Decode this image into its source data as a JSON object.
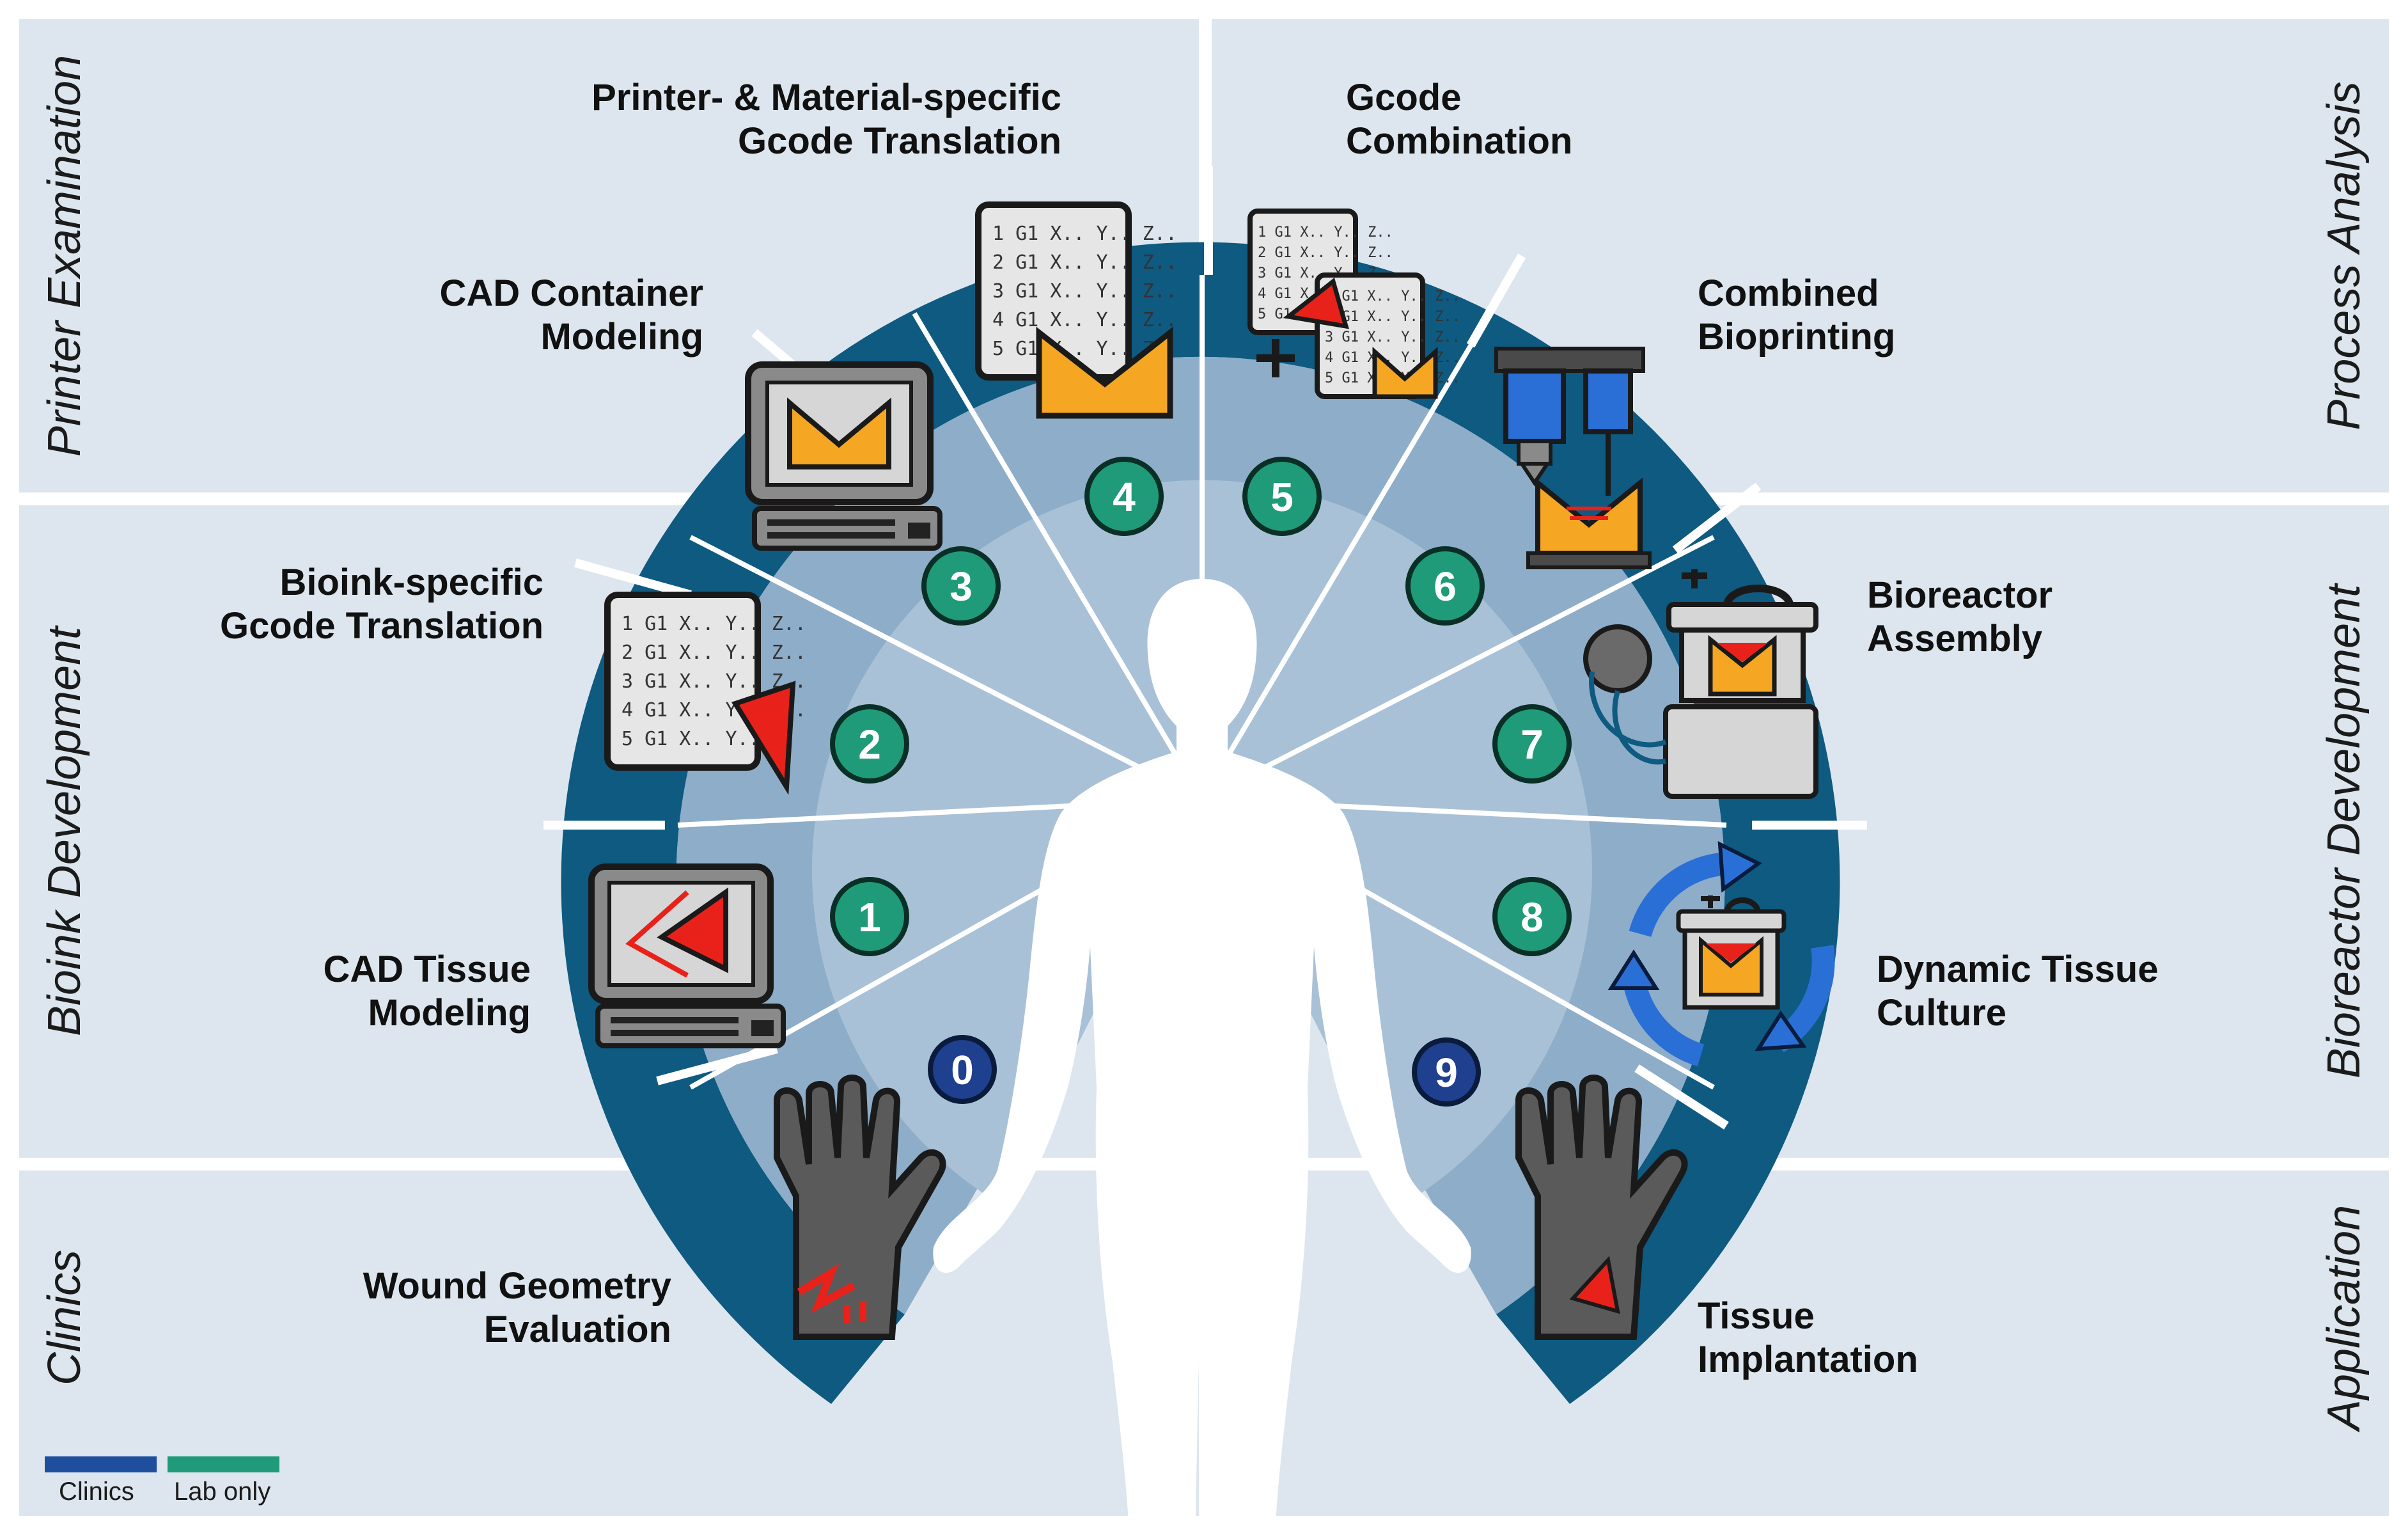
{
  "regions": {
    "printer_examination": "Printer Examination",
    "process_analysis": "Process Analysis",
    "bioink_development": "Bioink Development",
    "bioreactor_development": "Bioreactor Development",
    "clinics": "Clinics",
    "application": "Application"
  },
  "steps": [
    {
      "number": "0",
      "line1": "Wound Geometry",
      "line2": "Evaluation",
      "category": "Clinics"
    },
    {
      "number": "1",
      "line1": "CAD Tissue",
      "line2": "Modeling",
      "category": "Lab only"
    },
    {
      "number": "2",
      "line1": "Bioink-specific",
      "line2": "Gcode Translation",
      "category": "Lab only"
    },
    {
      "number": "3",
      "line1": "CAD Container",
      "line2": "Modeling",
      "category": "Lab only"
    },
    {
      "number": "4",
      "line1": "Printer- & Material-specific",
      "line2": "Gcode Translation",
      "category": "Lab only"
    },
    {
      "number": "5",
      "line1": "Gcode",
      "line2": "Combination",
      "category": "Lab only"
    },
    {
      "number": "6",
      "line1": "Combined",
      "line2": "Bioprinting",
      "category": "Lab only"
    },
    {
      "number": "7",
      "line1": "Bioreactor",
      "line2": "Assembly",
      "category": "Lab only"
    },
    {
      "number": "8",
      "line1": "Dynamic Tissue",
      "line2": "Culture",
      "category": "Lab only"
    },
    {
      "number": "9",
      "line1": "Tissue",
      "line2": "Implantation",
      "category": "Clinics"
    }
  ],
  "gcode_lines": [
    "1 G1 X.. Y.. Z..",
    "2 G1 X.. Y.. Z..",
    "3 G1 X.. Y.. Z..",
    "4 G1 X.. Y.. Z..",
    "5 G1 X.. Y.. Z.."
  ],
  "gcode_lines_short": [
    "1 G1 X.. Y.. Z..",
    "2 G1 X.. Y.. Z..",
    "3 G1 X.. Y.. Z..",
    "4 G1 X.. Y..",
    "5 G1 X.. Y.."
  ],
  "legend": {
    "clinics": {
      "label": "Clinics",
      "color": "#1f4e9c"
    },
    "lab_only": {
      "label": "Lab only",
      "color": "#1f9b7a"
    }
  },
  "colors": {
    "band_bg": "#dde6ee",
    "ring": "#0e5a80",
    "wedge": "#8eadc8",
    "inner": "#a9c1d6",
    "number_clinics": "#1f3f8f",
    "number_lab": "#1f9b7a",
    "accent_orange": "#f5a623",
    "accent_red": "#e8221a",
    "silhouette": "#ffffff"
  },
  "icons": [
    "glove-wound-icon",
    "computer-cad-tissue-icon",
    "gcode-sheet-bioink-icon",
    "computer-cad-container-icon",
    "gcode-sheet-printer-icon",
    "gcode-combination-icon",
    "bioprinter-icon",
    "bioreactor-icon",
    "dynamic-culture-icon",
    "glove-implant-icon"
  ]
}
